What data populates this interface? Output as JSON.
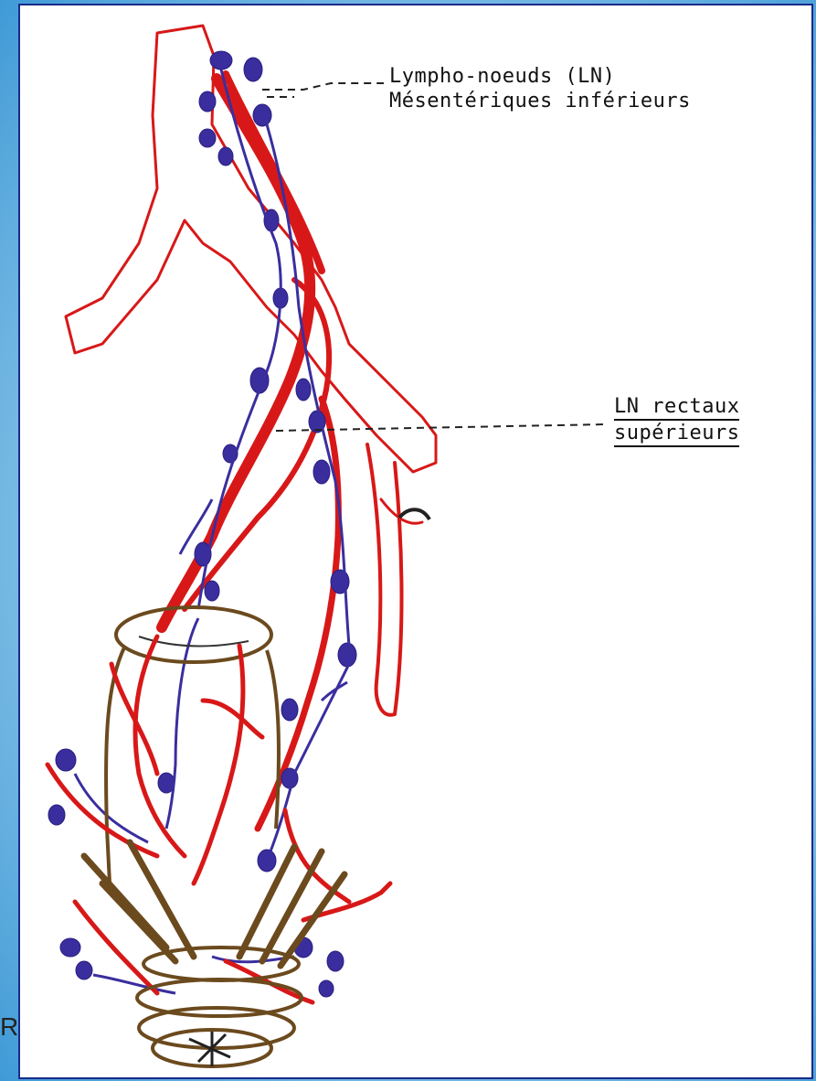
{
  "labels": {
    "mesenteric_line1": "Lympho-noeuds (LN)",
    "mesenteric_line2": "Mésentériques inférieurs",
    "rectal_line1": "LN rectaux",
    "rectal_line2": "supérieurs"
  },
  "background_fragment": "R",
  "colors": {
    "artery": "#d81818",
    "lymph": "#3a2e9e",
    "muscle": "#6b4a1e",
    "outline": "#1a2a88",
    "background": "#5aaee0"
  }
}
